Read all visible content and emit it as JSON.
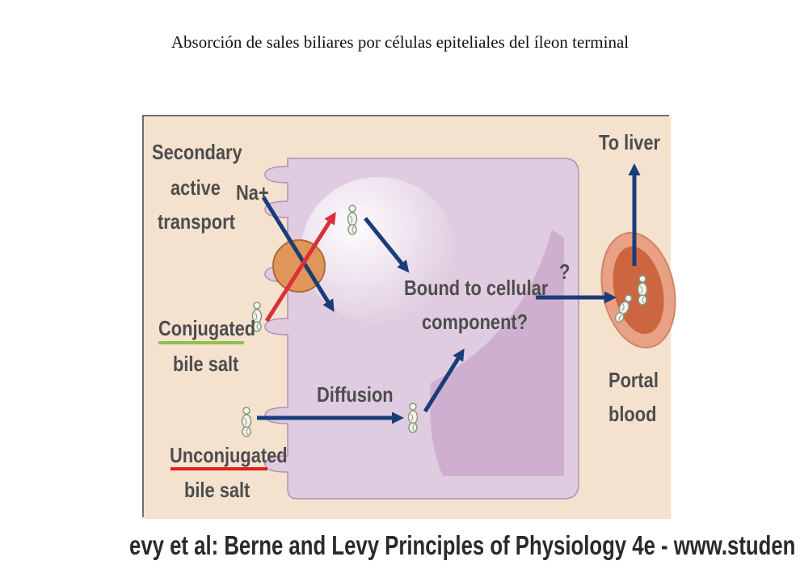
{
  "slide": {
    "title": "Absorción de sales biliares por células epiteliales del íleon terminal",
    "credit": "evy et al: Berne and Levy Principles of Physiology 4e - www.studen"
  },
  "diagram": {
    "labels": {
      "secondary_active_transport": [
        "Secondary",
        "active",
        "transport"
      ],
      "sodium": "Na+",
      "conjugated": [
        "Conjugated",
        "bile salt"
      ],
      "unconjugated": [
        "Unconjugated",
        "bile salt"
      ],
      "diffusion": "Diffusion",
      "bound": [
        "Bound to cellular",
        "component?"
      ],
      "question": "?",
      "to_liver": "To liver",
      "portal_blood": [
        "Portal",
        "blood"
      ]
    },
    "colors": {
      "background": "#f4e2cf",
      "cell": "#e0cce0",
      "arrow_blue": "#1a3d7a",
      "arrow_red": "#d9303a",
      "transporter": "#e2955a",
      "vessel_outer": "#e9a186",
      "vessel_inner": "#cc6640",
      "underline_green": "#8fc24a",
      "underline_red": "#e01e1e"
    }
  }
}
